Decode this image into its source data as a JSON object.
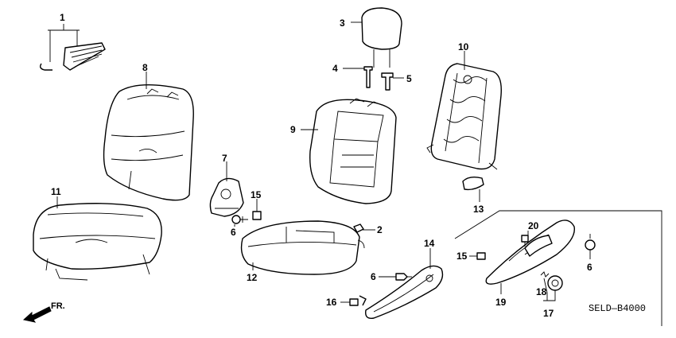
{
  "diagram_code": "SELD—B4000",
  "direction_label": "FR.",
  "callouts": [
    "1",
    "2",
    "3",
    "4",
    "5",
    "6",
    "6",
    "6",
    "7",
    "8",
    "9",
    "10",
    "11",
    "12",
    "13",
    "14",
    "15",
    "15",
    "16",
    "17",
    "18",
    "19",
    "20"
  ]
}
